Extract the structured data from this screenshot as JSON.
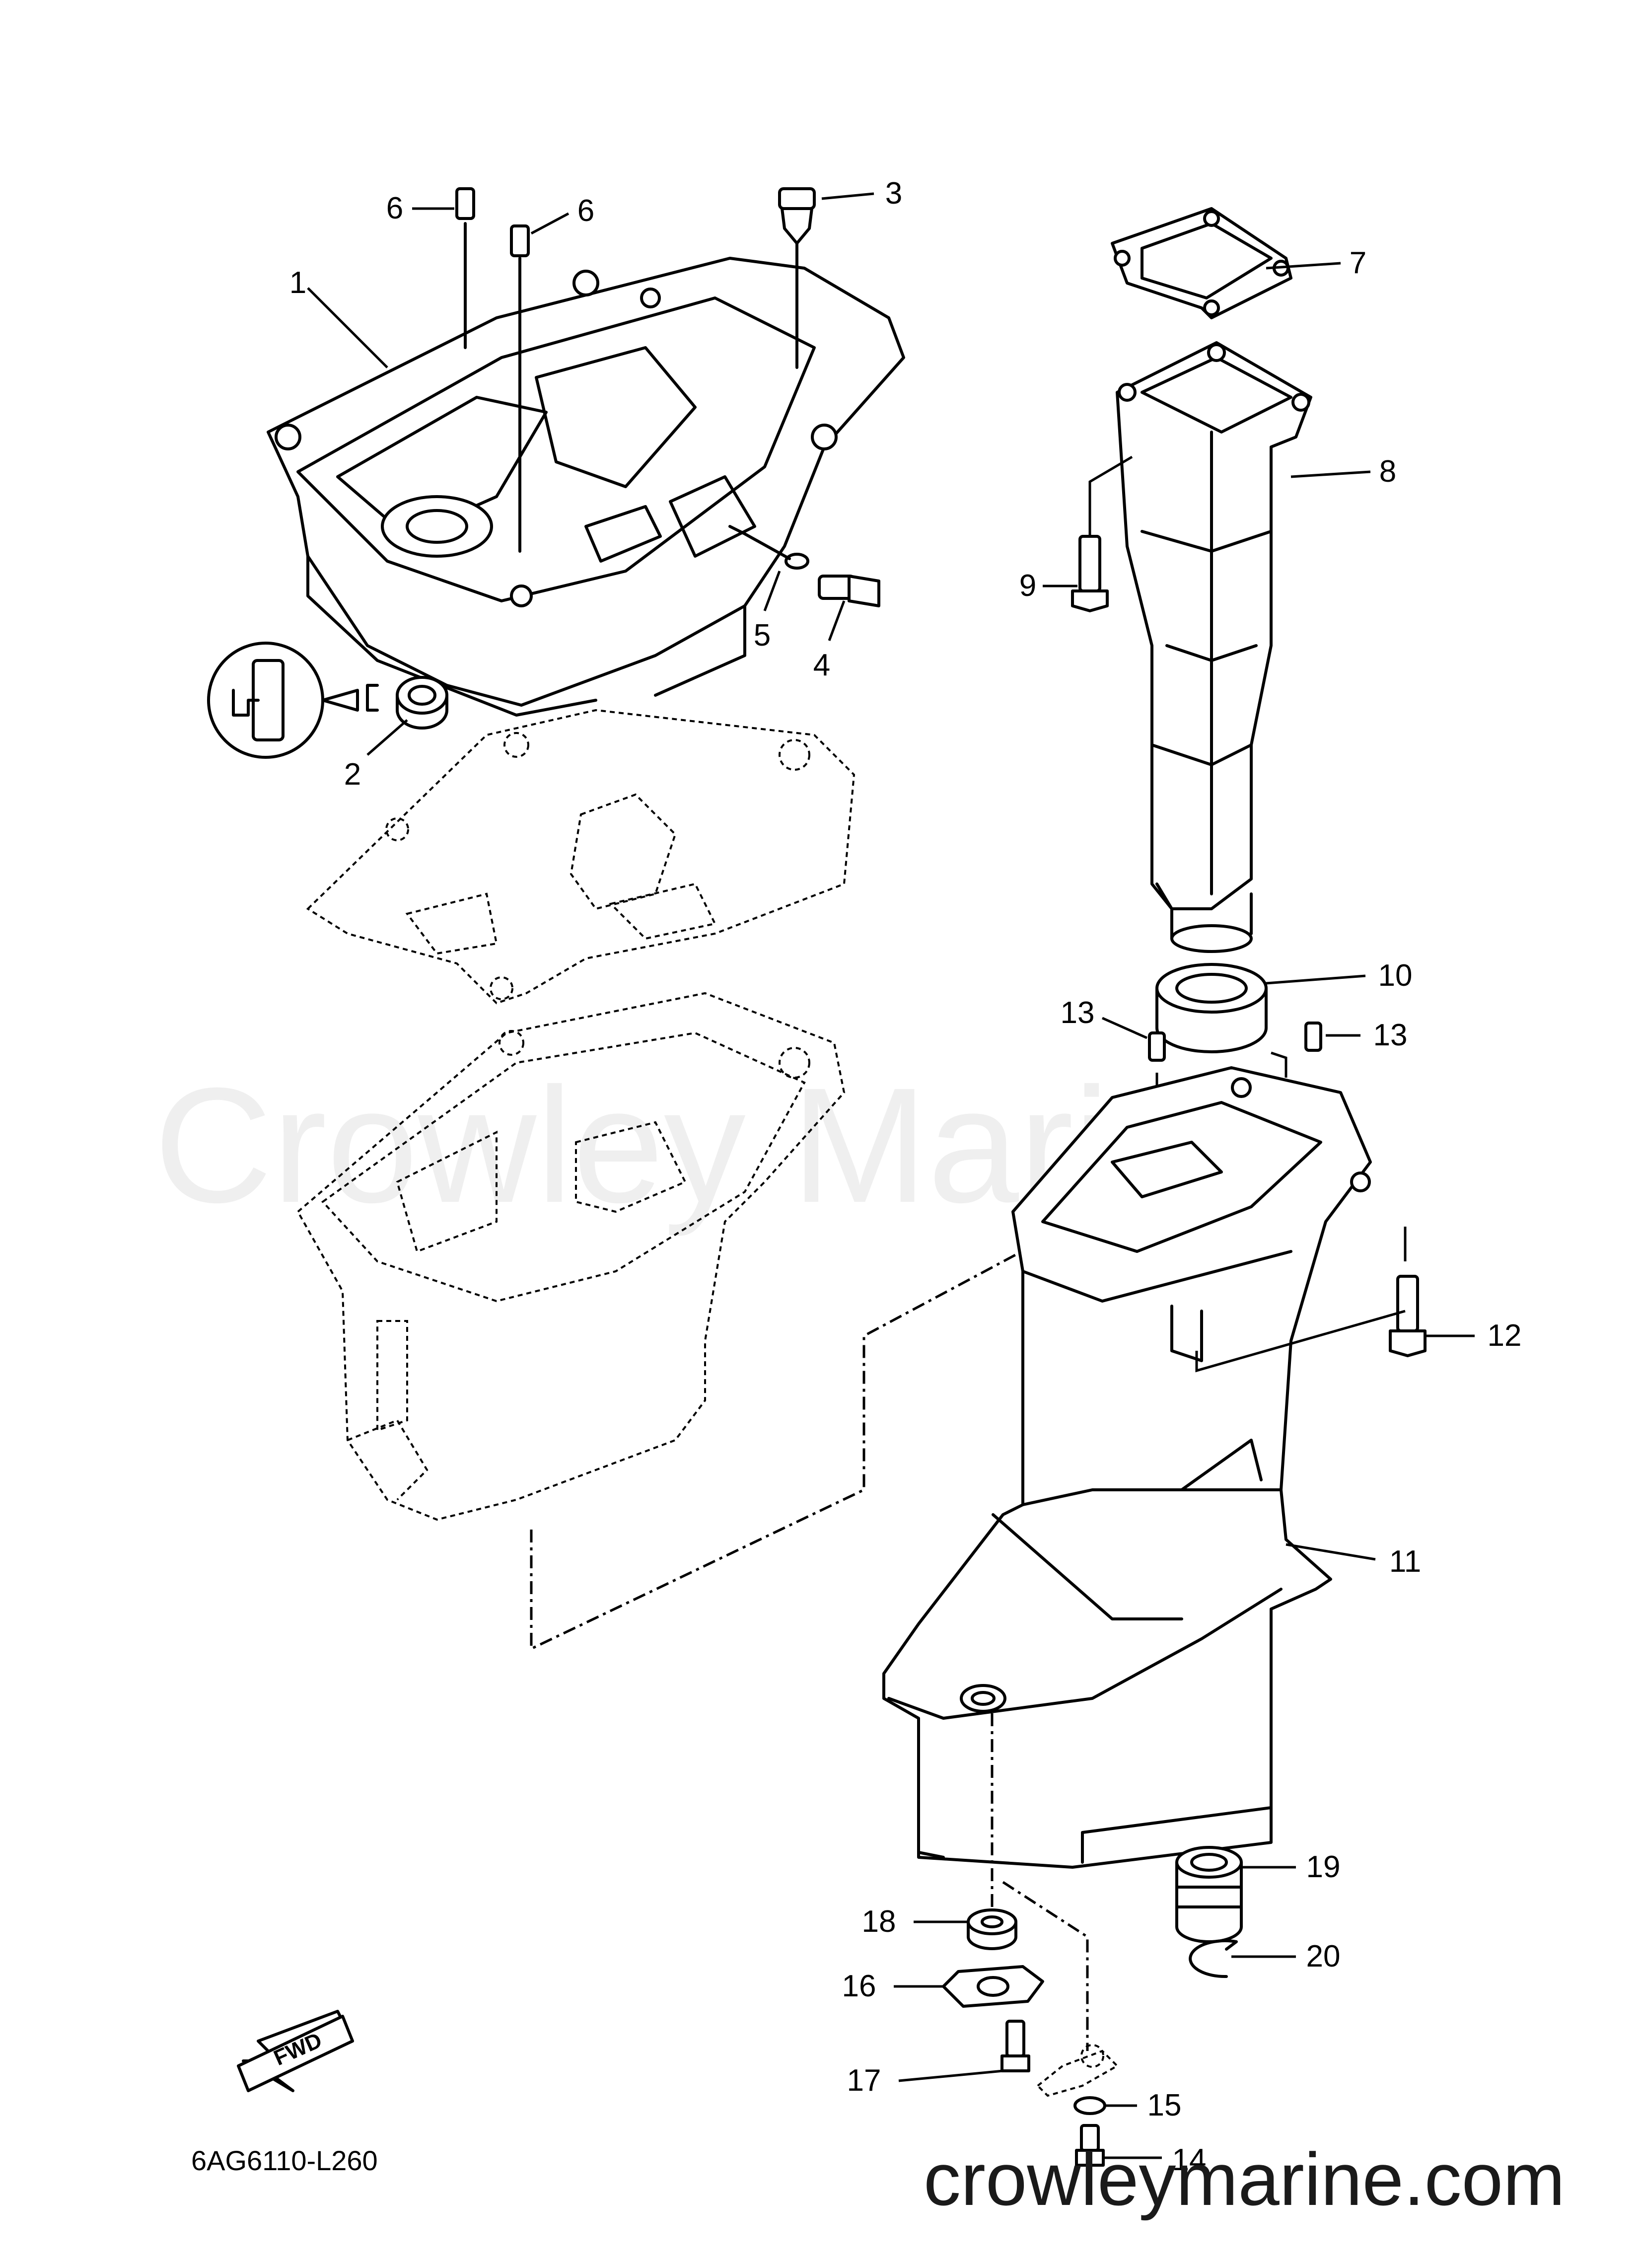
{
  "diagram": {
    "watermark_center": "Crowley Marine",
    "watermark_bottom": "crowleymarine.com",
    "reference_code": "6AG6110-L260",
    "fwd_label": "FWD",
    "callouts": [
      {
        "id": "c1",
        "label": "1"
      },
      {
        "id": "c2",
        "label": "2"
      },
      {
        "id": "c3",
        "label": "3"
      },
      {
        "id": "c4",
        "label": "4"
      },
      {
        "id": "c5",
        "label": "5"
      },
      {
        "id": "c6a",
        "label": "6"
      },
      {
        "id": "c6b",
        "label": "6"
      },
      {
        "id": "c7",
        "label": "7"
      },
      {
        "id": "c8",
        "label": "8"
      },
      {
        "id": "c9",
        "label": "9"
      },
      {
        "id": "c10",
        "label": "10"
      },
      {
        "id": "c11",
        "label": "11"
      },
      {
        "id": "c12",
        "label": "12"
      },
      {
        "id": "c13a",
        "label": "13"
      },
      {
        "id": "c13b",
        "label": "13"
      },
      {
        "id": "c14",
        "label": "14"
      },
      {
        "id": "c15",
        "label": "15"
      },
      {
        "id": "c16",
        "label": "16"
      },
      {
        "id": "c17",
        "label": "17"
      },
      {
        "id": "c18",
        "label": "18"
      },
      {
        "id": "c19",
        "label": "19"
      },
      {
        "id": "c20",
        "label": "20"
      }
    ]
  }
}
